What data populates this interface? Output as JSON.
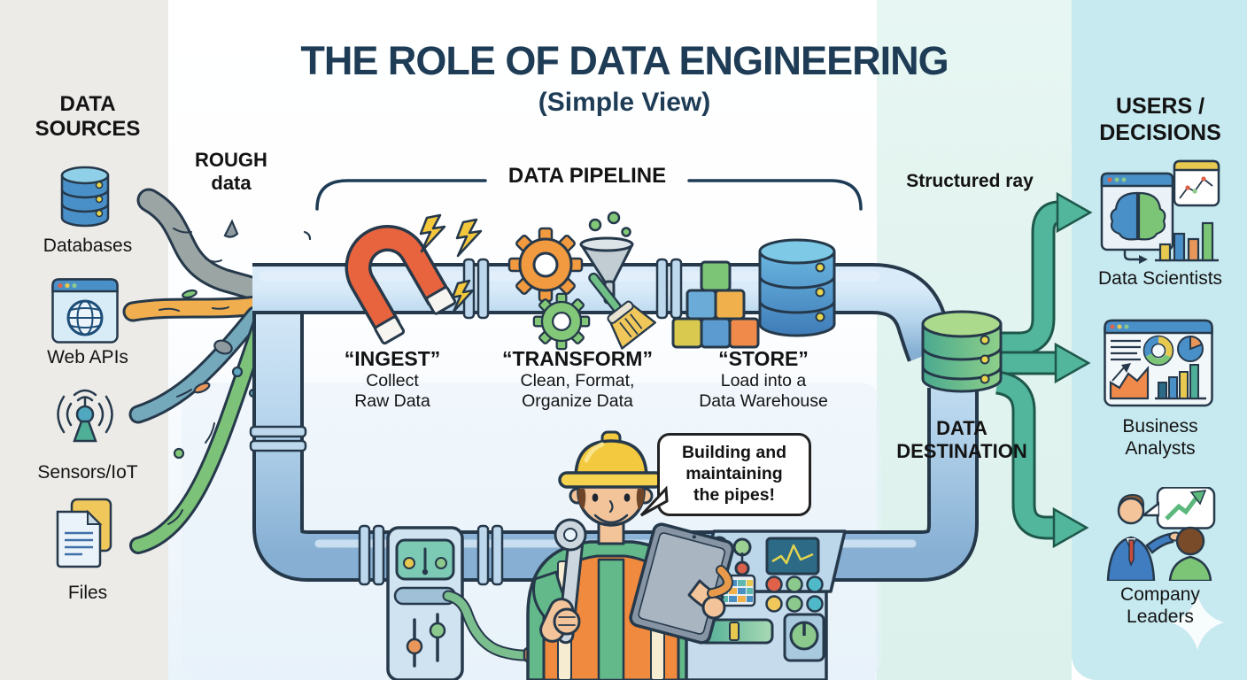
{
  "header": {
    "title": "THE ROLE OF DATA ENGINEERING",
    "subtitle": "(Simple View)"
  },
  "sources": {
    "heading": [
      "DATA",
      "SOURCES"
    ],
    "items": [
      {
        "label": "Databases",
        "icon": "database-icon"
      },
      {
        "label": "Web APIs",
        "icon": "web-api-icon"
      },
      {
        "label": "Sensors/IoT",
        "icon": "sensor-iot-icon"
      },
      {
        "label": "Files",
        "icon": "files-icon"
      }
    ]
  },
  "flow": {
    "rough": [
      "ROUGH",
      "data"
    ],
    "structured": "Structured ray"
  },
  "pipeline": {
    "heading": "DATA PIPELINE",
    "stages": [
      {
        "name": "“INGEST”",
        "desc": [
          "Collect",
          "Raw Data"
        ],
        "icon": "magnet-icon"
      },
      {
        "name": "“TRANSFORM”",
        "desc": [
          "Clean, Format,",
          "Organize Data"
        ],
        "icon": "gears-funnel-broom-icon"
      },
      {
        "name": "“STORE”",
        "desc": [
          "Load into a",
          "Data Warehouse"
        ],
        "icon": "blocks-warehouse-icon"
      }
    ]
  },
  "destination": {
    "heading": [
      "DATA",
      "DESTINATION"
    ],
    "icon": "green-database-icon"
  },
  "users": {
    "heading": [
      "USERS /",
      "DECISIONS"
    ],
    "items": [
      {
        "label": [
          "Data Scientists"
        ],
        "icon": "data-scientists-icon"
      },
      {
        "label": [
          "Business",
          "Analysts"
        ],
        "icon": "business-analysts-icon"
      },
      {
        "label": [
          "Company",
          "Leaders"
        ],
        "icon": "company-leaders-icon"
      }
    ]
  },
  "engineer": {
    "speech": [
      "Building and",
      "maintaining",
      "the pipes!"
    ]
  },
  "colors": {
    "title_navy": "#1e3c56",
    "pipe_blue": "#b5d4ec",
    "outline": "#26394b",
    "arrow_teal": "#52b69c",
    "destination_green": "#6fc487",
    "magnet_orange": "#e8643f",
    "hat_yellow": "#f2c93f",
    "vest_orange": "#ef8a3e",
    "band_left_gray": "#ecebe8",
    "band_dest_mint": "#dcf1ec",
    "band_right_cyan": "#c7e9f0"
  }
}
